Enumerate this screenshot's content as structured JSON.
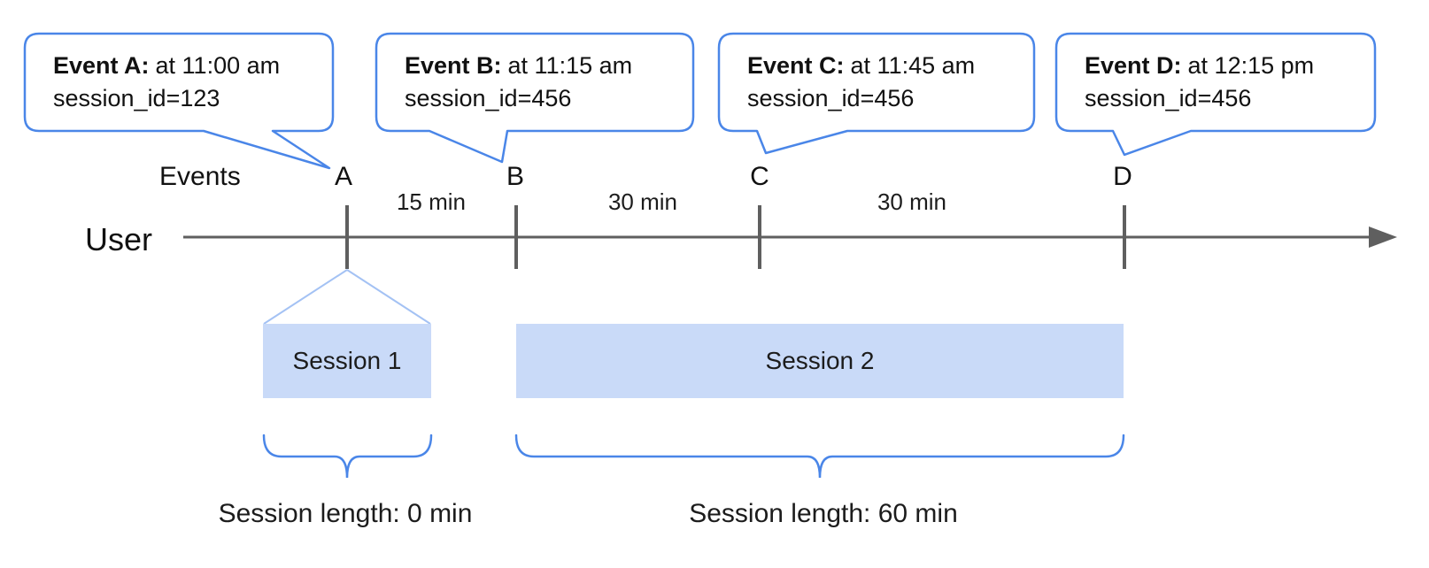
{
  "callouts": [
    {
      "title": "Event A:",
      "time": "at 11:00 am",
      "session": "session_id=123"
    },
    {
      "title": "Event B:",
      "time": "at 11:15 am",
      "session": "session_id=456"
    },
    {
      "title": "Event C:",
      "time": "at 11:45 am",
      "session": "session_id=456"
    },
    {
      "title": "Event D:",
      "time": "at 12:15 pm",
      "session": "session_id=456"
    }
  ],
  "timeline": {
    "events_label": "Events",
    "user_label": "User",
    "event_markers": [
      "A",
      "B",
      "C",
      "D"
    ],
    "gaps": [
      "15 min",
      "30 min",
      "30 min"
    ]
  },
  "sessions": [
    {
      "label": "Session 1",
      "length_label": "Session length: 0 min"
    },
    {
      "label": "Session 2",
      "length_label": "Session length: 60 min"
    }
  ],
  "colors": {
    "accent_blue": "#4a86e8",
    "funnel_blue": "#a4c2f4",
    "session_fill": "#c9daf8",
    "line_gray": "#5f5f5f"
  }
}
